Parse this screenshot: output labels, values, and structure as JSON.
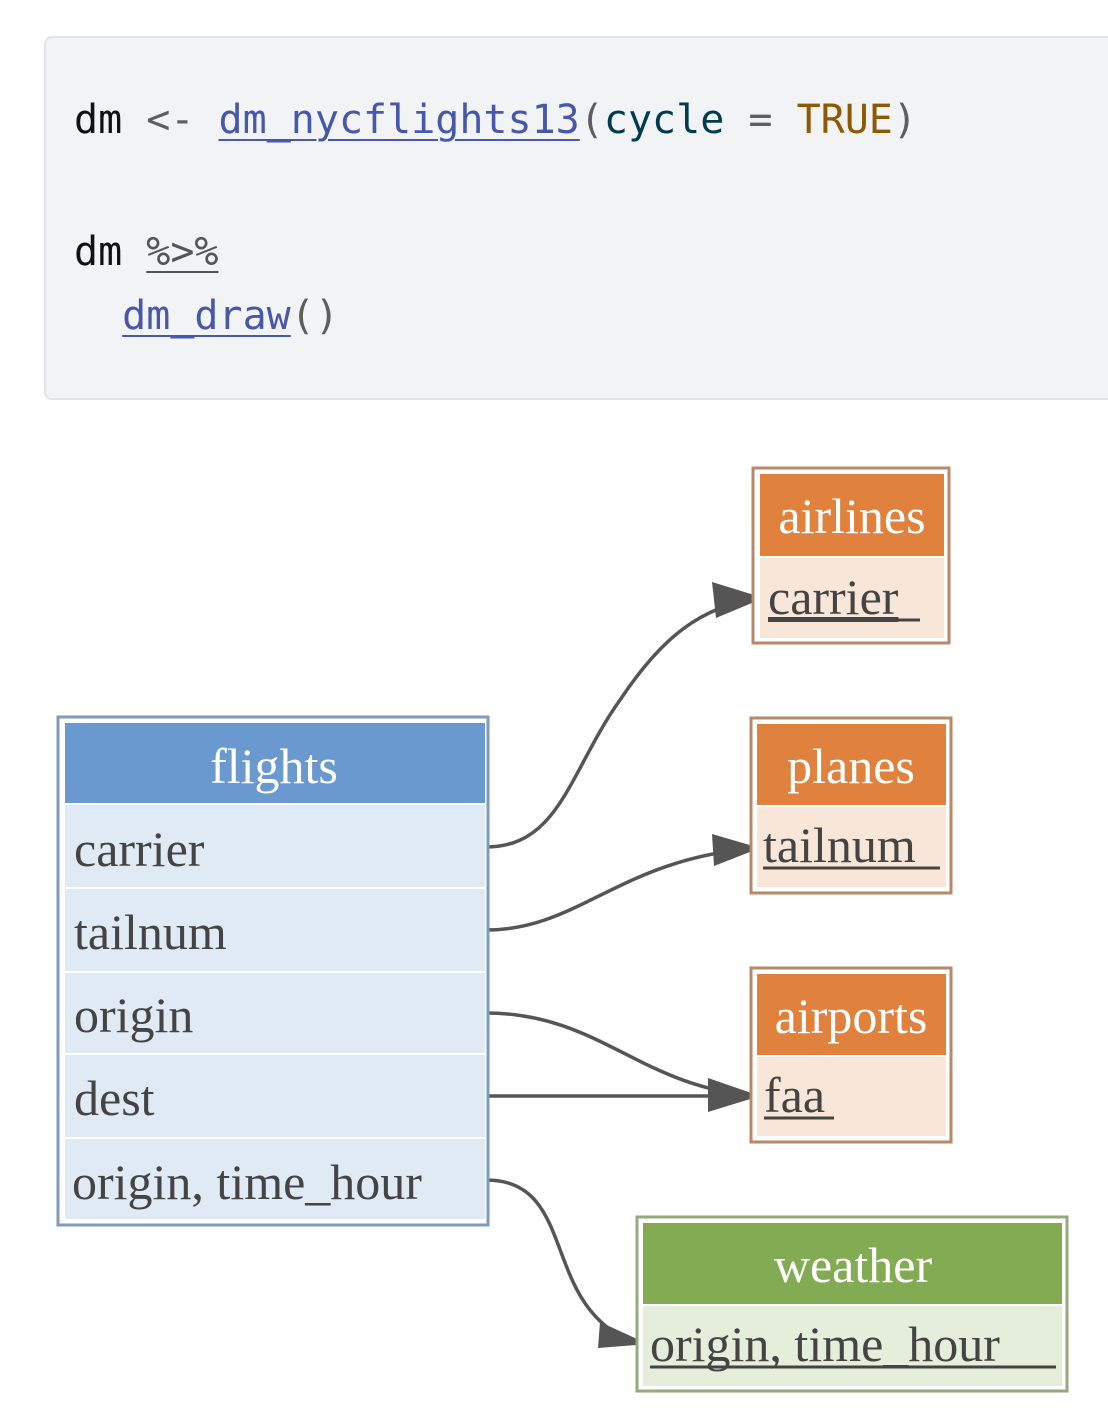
{
  "code": {
    "line1": {
      "var": "dm",
      "assign": "<-",
      "fn": "dm_nycflights13",
      "open": "(",
      "arg": "cycle",
      "eq": "=",
      "value": "TRUE",
      "close": ")"
    },
    "line2": {
      "var": "dm",
      "pipe": "%>%"
    },
    "line3": {
      "fn": "dm_draw",
      "parens": "()"
    }
  },
  "diagram": {
    "tables": [
      {
        "id": "flights",
        "title": "flights",
        "header_color": "#6a99d0",
        "body_color": "#e0eaf5",
        "border_color": "#7f9bb8",
        "columns": [
          "carrier",
          "tailnum",
          "origin",
          "dest",
          "origin, time_hour"
        ],
        "key_underline": false
      },
      {
        "id": "airlines",
        "title": "airlines",
        "header_color": "#e0823d",
        "body_color": "#f8e6d8",
        "border_color": "#b7896a",
        "columns": [
          "carrier"
        ],
        "key_underline": true
      },
      {
        "id": "planes",
        "title": "planes",
        "header_color": "#e0823d",
        "body_color": "#f8e6d8",
        "border_color": "#b7896a",
        "columns": [
          "tailnum"
        ],
        "key_underline": true
      },
      {
        "id": "airports",
        "title": "airports",
        "header_color": "#e0823d",
        "body_color": "#f8e6d8",
        "border_color": "#b7896a",
        "columns": [
          "faa"
        ],
        "key_underline": true
      },
      {
        "id": "weather",
        "title": "weather",
        "header_color": "#82ab53",
        "body_color": "#e5eddb",
        "border_color": "#95a97a",
        "columns": [
          "origin, time_hour"
        ],
        "key_underline": true
      }
    ],
    "edges": [
      {
        "from": "flights.carrier",
        "to": "airlines.carrier"
      },
      {
        "from": "flights.tailnum",
        "to": "planes.tailnum"
      },
      {
        "from": "flights.origin",
        "to": "airports.faa"
      },
      {
        "from": "flights.dest",
        "to": "airports.faa"
      },
      {
        "from": "flights.origin, time_hour",
        "to": "weather.origin, time_hour"
      }
    ],
    "edge_color": "#555555",
    "text_color": "#444444",
    "header_text_color": "#ffffff"
  }
}
